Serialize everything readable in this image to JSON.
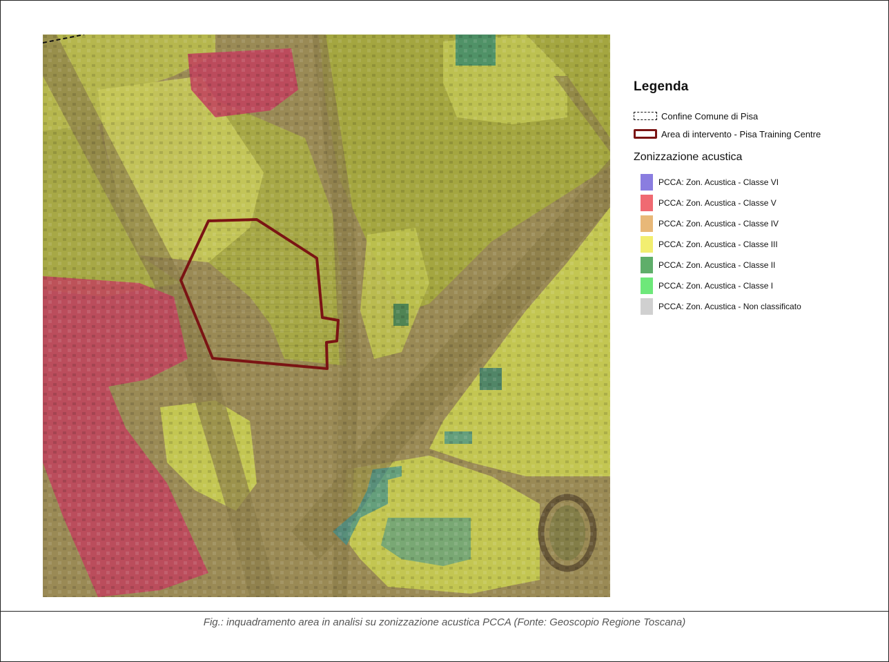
{
  "figure": {
    "caption": "Fig.: inquadramento area in analisi su zonizzazione acustica PCCA (Fonte: Geoscopio Regione Toscana)"
  },
  "legend": {
    "title": "Legenda",
    "boundary_label": "Confine Comune di Pisa",
    "area_label": "Area di intervento - Pisa Training Centre",
    "section_title": "Zonizzazione acustica",
    "classes": [
      {
        "label": "PCCA: Zon. Acustica - Classe VI",
        "color": "#8a7de0"
      },
      {
        "label": "PCCA: Zon. Acustica - Classe V",
        "color": "#f06a72"
      },
      {
        "label": "PCCA: Zon. Acustica - Classe IV",
        "color": "#e8b878"
      },
      {
        "label": "PCCA: Zon. Acustica - Classe III",
        "color": "#f2ee70"
      },
      {
        "label": "PCCA: Zon. Acustica - Classe II",
        "color": "#5fae6a"
      },
      {
        "label": "PCCA: Zon. Acustica - Classe I",
        "color": "#6ee87a"
      },
      {
        "label": "PCCA: Zon. Acustica - Non classificato",
        "color": "#d0d0d0"
      }
    ]
  },
  "map": {
    "base_color": "#9a8a55",
    "area_outline_color": "#7a1414"
  }
}
